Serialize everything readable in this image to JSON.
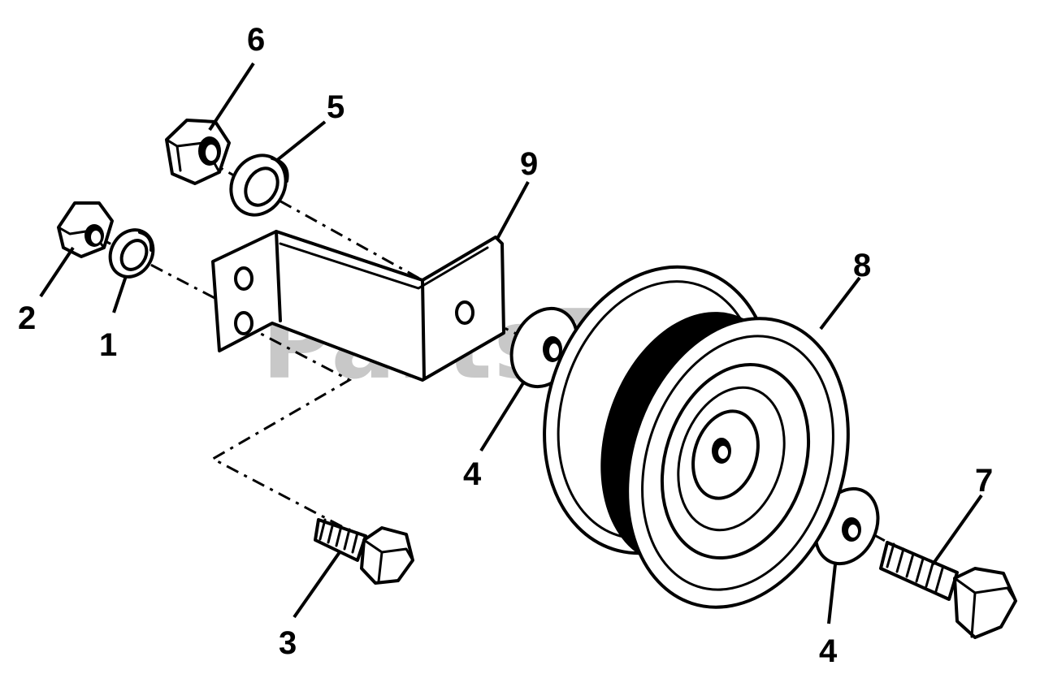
{
  "watermark": "PartsTree",
  "callouts": [
    {
      "id": "1",
      "text": "1"
    },
    {
      "id": "2",
      "text": "2"
    },
    {
      "id": "3",
      "text": "3"
    },
    {
      "id": "4a",
      "text": "4"
    },
    {
      "id": "4b",
      "text": "4"
    },
    {
      "id": "5",
      "text": "5"
    },
    {
      "id": "6",
      "text": "6"
    },
    {
      "id": "7",
      "text": "7"
    },
    {
      "id": "8",
      "text": "8"
    },
    {
      "id": "9",
      "text": "9"
    }
  ]
}
